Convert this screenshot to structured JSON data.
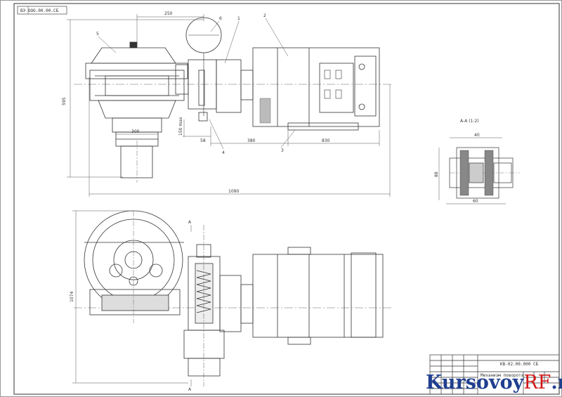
{
  "sheet": {
    "corner_stamp": "ВЭ ООО.00.00.СБ",
    "title_block": {
      "designation": "КВ-02.00.000 СБ",
      "name": "Механизм поворота"
    }
  },
  "dimensions": {
    "d250": "250",
    "d595": "595",
    "d300": "300",
    "d58": "58",
    "d380": "380",
    "d830": "830",
    "d1090": "1090",
    "d1074": "1074",
    "d40": "40",
    "d88": "88",
    "d60": "60",
    "d_side": "150 max"
  },
  "callouts": {
    "c1": "1",
    "c2": "2",
    "c3": "3",
    "c4": "4",
    "c5": "5",
    "c6": "6",
    "section_label": "А-А (1:2)",
    "cut_a": "А"
  },
  "watermark": {
    "main": "Kursovoy",
    "accent": "RF",
    "suffix": ".ru"
  }
}
